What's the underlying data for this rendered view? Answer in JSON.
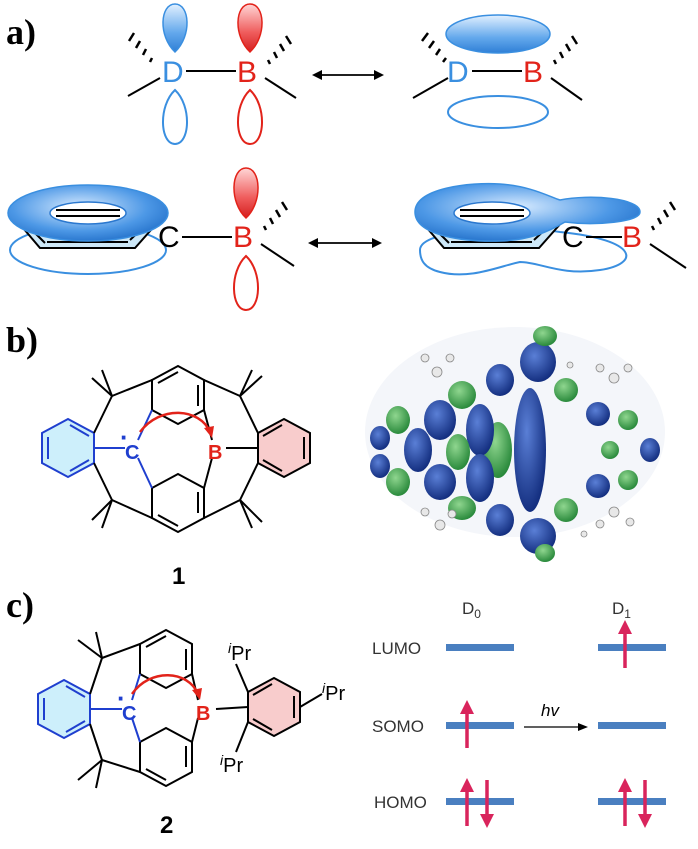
{
  "panels": {
    "a": "a)",
    "b": "b)",
    "c": "c)"
  },
  "atoms": {
    "donor": "D",
    "boron": "B",
    "carbon": "C",
    "radical_dot": "·"
  },
  "compounds": {
    "one": "1",
    "two": "2"
  },
  "substituent": {
    "i_prefix": "i",
    "pr": "Pr"
  },
  "energy_diagram": {
    "states": [
      {
        "base": "D",
        "subscript": "0"
      },
      {
        "base": "D",
        "subscript": "1"
      }
    ],
    "orbitals": [
      "LUMO",
      "SOMO",
      "HOMO"
    ],
    "excitation": "hv"
  },
  "colors": {
    "donor_blue": "#3a8fe0",
    "boron_red": "#e2231a",
    "level_blue": "#4a7fc0",
    "spin_arrow": "#d9245c",
    "mo_blue": "#1c3f8f",
    "mo_green": "#3a9a4a"
  }
}
